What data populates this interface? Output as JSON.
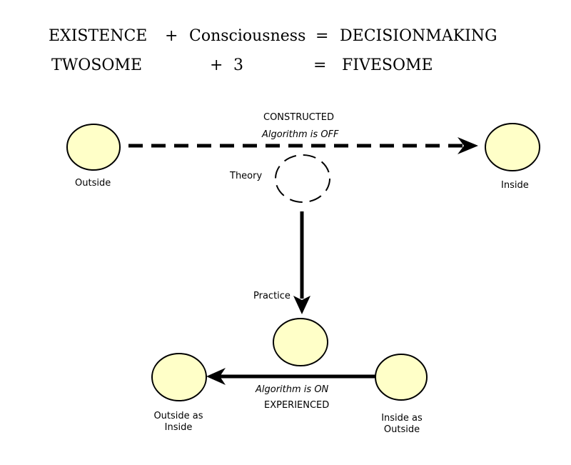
{
  "equations": {
    "row1": {
      "term1": "EXISTENCE",
      "op1": "+",
      "term2": "Consciousness",
      "op2": "=",
      "result": "DECISIONMAKING"
    },
    "row2": {
      "term1": "TWOSOME",
      "op1": "+",
      "term2": "3",
      "op2": "=",
      "result": "FIVESOME"
    }
  },
  "diagram": {
    "node_fill": "#ffffc8",
    "stroke_color": "#000000",
    "nodes": {
      "outside": "Outside",
      "inside": "Inside",
      "outside_as_inside_line1": "Outside as",
      "outside_as_inside_line2": "Inside",
      "inside_as_outside_line1": "Inside as",
      "inside_as_outside_line2": "Outside"
    },
    "top_edge": {
      "title": "CONSTRUCTED",
      "subtitle": "Algorithm is OFF"
    },
    "theory_label": "Theory",
    "practice_label": "Practice",
    "bottom_edge": {
      "subtitle": "Algorithm is ON",
      "title": "EXPERIENCED"
    }
  }
}
